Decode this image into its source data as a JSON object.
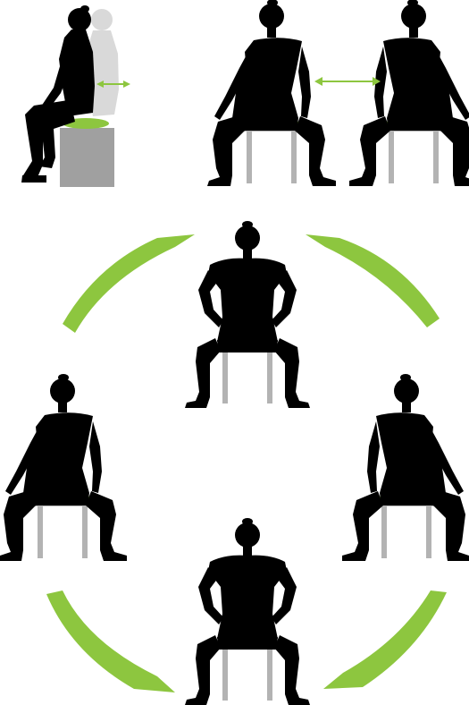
{
  "colors": {
    "accent": "#8dc63f",
    "silhouette": "#000000",
    "stool_legs": "#b3b3b3",
    "box": "#a0a0a0",
    "ghost": "#d9d9d9"
  },
  "icons": {
    "shift_arrow": "double-headed-arrow",
    "cycle_arrow": "curved-arrow-segment",
    "figure": "seated-person-silhouette",
    "seat": "stool-with-green-cushion"
  }
}
